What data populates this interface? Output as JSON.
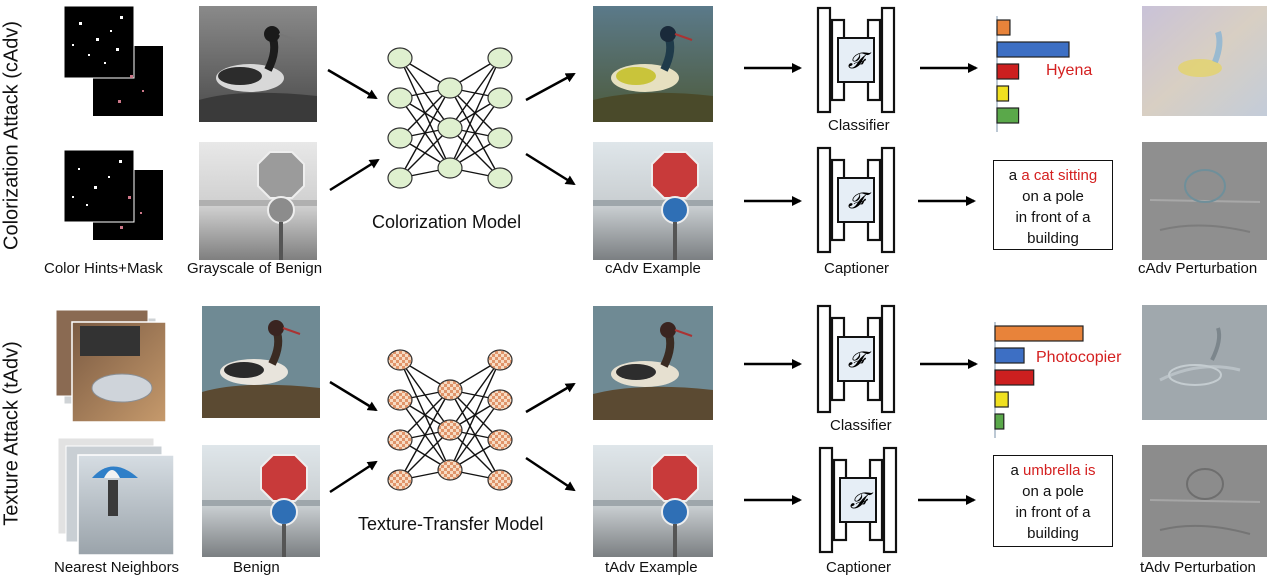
{
  "side_labels": {
    "top": "Colorization Attack (cAdv)",
    "bottom": "Texture Attack (tAdv)"
  },
  "captions": {
    "color_hints": "Color Hints+Mask",
    "grayscale": "Grayscale of Benign",
    "cadv_example": "cAdv Example",
    "captioner_top": "Captioner",
    "cadv_perturbation": "cAdv Perturbation",
    "classifier_top": "Classifier",
    "nearest_neighbors": "Nearest Neighbors",
    "benign": "Benign",
    "tadv_example": "tAdv Example",
    "captioner_bottom": "Captioner",
    "tadv_perturbation": "tAdv Perturbation",
    "classifier_bottom": "Classifier"
  },
  "models": {
    "colorization": "Colorization Model",
    "texture": "Texture-Transfer Model"
  },
  "network_symbol": "𝓕",
  "predictions": {
    "top_class": "Hyena",
    "bottom_class": "Photocopier"
  },
  "caption_outputs": {
    "top": {
      "highlight": "a cat sitting",
      "rest": [
        "on a pole",
        "in front of a",
        "building"
      ]
    },
    "bottom": {
      "highlight": "umbrella is",
      "prefix": "a ",
      "rest": [
        "on a pole",
        "in front of a",
        "building"
      ]
    }
  },
  "bar_charts": [
    {
      "values": [
        0.18,
        1.0,
        0.3,
        0.16,
        0.3
      ],
      "colors": [
        "#e8833a",
        "#3d6fc4",
        "#cc1f1f",
        "#f0e020",
        "#5aa84a"
      ]
    },
    {
      "values": [
        1.0,
        0.33,
        0.44,
        0.15,
        0.1
      ],
      "colors": [
        "#e8833a",
        "#3d6fc4",
        "#cc1f1f",
        "#f0e020",
        "#5aa84a"
      ]
    }
  ],
  "colors": {
    "node_green": "#dff0cf",
    "node_orange": "#f2b98c",
    "accent_red": "#d42020"
  }
}
